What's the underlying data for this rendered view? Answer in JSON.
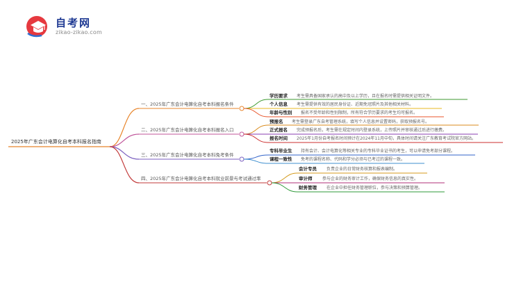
{
  "logo": {
    "title": "自考网",
    "subtitle": "zikao-zikao.com"
  },
  "root": {
    "label": "2025年广东会计电算化自考本科报名指南"
  },
  "branches": [
    {
      "label": "一、2025年广东会计电算化自考本科报名条件",
      "items": [
        {
          "key": "学历要求",
          "text": "考生需具备国家承认的高中及以上学历，且在报名时需提供相关证明文件。"
        },
        {
          "key": "个人信息",
          "text": "考生需提供有效的居民身份证、近期免冠照片及其他相关材料。"
        },
        {
          "key": "年龄与性别",
          "text": "报名不受年龄和性别限制，所有符合学历要求的考生均可报名。"
        }
      ]
    },
    {
      "label": "二、2025年广东会计电算化自考本科报名入口",
      "items": [
        {
          "key": "预报名",
          "text": "考生需登录广东自考管理系统，填写个人信息并设置密码，获取预报名号。"
        },
        {
          "key": "正式报名",
          "text": "完成预报名后，考生需在规定时间内登录系统，上传照片并审核通过后进行缴费。"
        },
        {
          "key": "报名时间",
          "text": "2025年1月份自考报名时间预计在2024年11月中旬，具体时间请关注广东教育考试院官方网站。"
        }
      ]
    },
    {
      "label": "三、2025年广东会计电算化自考本科免考条件",
      "items": [
        {
          "key": "专科毕业生",
          "text": "持有会计、会计电算化等相关专业的专科毕业证书的考生，可以申请免考部分课程。"
        },
        {
          "key": "课程一致性",
          "text": "免考的课程名称、代码和学分必须与已考过的课程一致。"
        }
      ]
    },
    {
      "label": "四、2025年广东会计电算化自考本科就业前景与考试通过率",
      "items": [
        {
          "key": "会计专员",
          "text": "负责企业的日常财务核算和报表编制。"
        },
        {
          "key": "审计师",
          "text": "参与企业的财务审计工作，确保财务信息的真实性。"
        },
        {
          "key": "财务管理",
          "text": "在企业中担任财务管理职位，参与决策和预算管理。"
        }
      ]
    }
  ],
  "colors": {
    "branch1": "#e8852b",
    "branch2": "#c0559a",
    "branch3": "#7b5fc0",
    "branch4": "#c23a3a",
    "item1": [
      "#3c9a2f",
      "#e8b920",
      "#e8552b"
    ],
    "item2": [
      "#d98a1b",
      "#8a3fb0",
      "#cc2f2f"
    ],
    "item3": [
      "#2f62c9",
      "#3e8fcf"
    ],
    "item4": [
      "#d49a1b",
      "#b02f7a",
      "#2f9a3a"
    ]
  }
}
